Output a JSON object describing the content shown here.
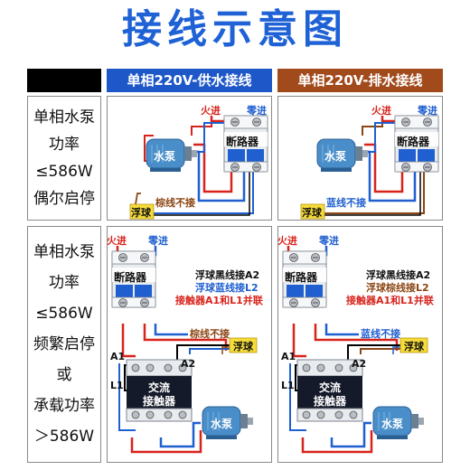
{
  "title": "接线示意图",
  "headers": {
    "col1": "单相220V-供水接线",
    "col2": "单相220V-排水接线"
  },
  "row1": {
    "label_lines": [
      "单相水泵",
      "功率",
      "≤586W",
      "偶尔启停"
    ],
    "supply": {
      "live": "火进",
      "neutral": "零进",
      "breaker": "断路器",
      "pump": "水泵",
      "float": "浮球",
      "note": "棕线不接"
    },
    "drain": {
      "live": "火进",
      "neutral": "零进",
      "breaker": "断路器",
      "pump": "水泵",
      "float": "浮球",
      "note": "蓝线不接"
    }
  },
  "row2": {
    "label_lines": [
      "单相水泵",
      "功率",
      "≤586W",
      "频繁启停",
      "或",
      "承载功率",
      "＞586W"
    ],
    "supply": {
      "live": "火进",
      "neutral": "零进",
      "breaker": "断路器",
      "pump": "水泵",
      "float": "浮球",
      "note": "棕线不接",
      "contactor_line1": "交流",
      "contactor_line2": "接触器",
      "a1": "A1",
      "a2": "A2",
      "l1": "L1",
      "instr1": "浮球黑线接A2",
      "instr2": "浮球蓝线接L2",
      "instr3": "接触器A1和L1并联"
    },
    "drain": {
      "live": "火进",
      "neutral": "零进",
      "breaker": "断路器",
      "pump": "水泵",
      "float": "浮球",
      "note": "蓝线不接",
      "contactor_line1": "交流",
      "contactor_line2": "接触器",
      "a1": "A1",
      "a2": "A2",
      "l1": "L1",
      "instr1": "浮球黑线接A2",
      "instr2": "浮球棕线接L2",
      "instr3": "接触器A1和L1并联"
    }
  },
  "colors": {
    "title_blue": "#1e62d6",
    "header_blue": "#1e58c8",
    "header_brown": "#a14a1c",
    "live_red": "#d8231c",
    "neutral_blue": "#1f5fd0",
    "brown_wire": "#8b4513",
    "float_yellow": "#f6dc3a",
    "pump_blue": "#4a8ec9"
  }
}
